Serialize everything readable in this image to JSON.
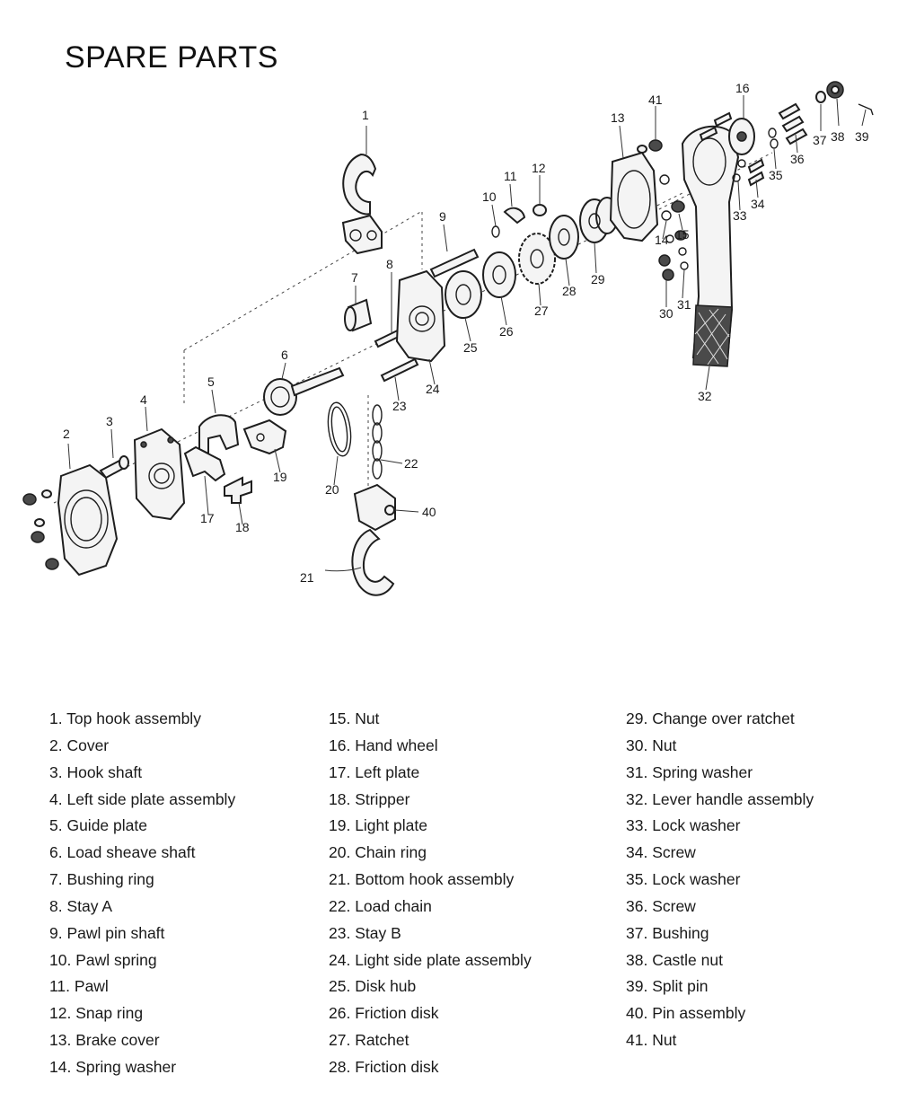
{
  "title": "SPARE PARTS",
  "callouts": [
    "1",
    "2",
    "3",
    "4",
    "5",
    "6",
    "7",
    "8",
    "9",
    "10",
    "11",
    "12",
    "13",
    "14",
    "15",
    "16",
    "17",
    "18",
    "19",
    "20",
    "21",
    "22",
    "23",
    "24",
    "25",
    "26",
    "27",
    "28",
    "29",
    "30",
    "31",
    "32",
    "33",
    "34",
    "35",
    "36",
    "37",
    "38",
    "39",
    "40",
    "41"
  ],
  "legend": {
    "col1": [
      "1. Top hook assembly",
      "2. Cover",
      "3. Hook shaft",
      "4. Left side plate assembly",
      "5. Guide plate",
      "6. Load sheave shaft",
      "7. Bushing ring",
      "8. Stay A",
      "9. Pawl pin shaft",
      "10. Pawl spring",
      "11. Pawl",
      "12. Snap ring",
      "13. Brake cover",
      "14. Spring washer"
    ],
    "col2": [
      "15. Nut",
      "16. Hand wheel",
      "17. Left plate",
      "18. Stripper",
      "19. Light plate",
      "20. Chain ring",
      "21. Bottom hook assembly",
      "22. Load chain",
      "23. Stay B",
      "24. Light side plate assembly",
      "25. Disk hub",
      "26. Friction disk",
      "27. Ratchet",
      "28. Friction disk"
    ],
    "col3": [
      "29. Change over ratchet",
      "30. Nut",
      "31. Spring washer",
      "32. Lever handle assembly",
      "33. Lock washer",
      "34. Screw",
      "35. Lock washer",
      "36. Screw",
      "37. Bushing",
      "38. Castle nut",
      "39. Split pin",
      "40. Pin assembly",
      "41. Nut"
    ]
  }
}
